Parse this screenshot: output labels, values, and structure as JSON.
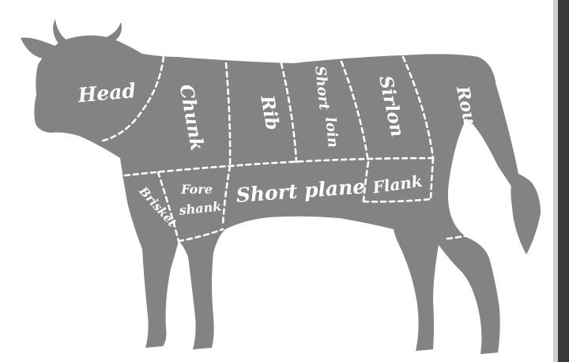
{
  "colors": {
    "cow_fill": "#838383",
    "label": "#ffffff",
    "cut_line": "#ffffff",
    "right_border": "#3b3b3b"
  },
  "cuts": {
    "head": "Head",
    "chunk": "Chunk",
    "rib": "Rib",
    "short_loin_line1": "Short",
    "short_loin_line2": "loin",
    "sirloin": "Sirlon",
    "round": "Round",
    "brisket": "Brisket",
    "fore_shank_line1": "Fore",
    "fore_shank_line2": "shank",
    "short_plane": "Short plane",
    "flank": "Flank"
  }
}
